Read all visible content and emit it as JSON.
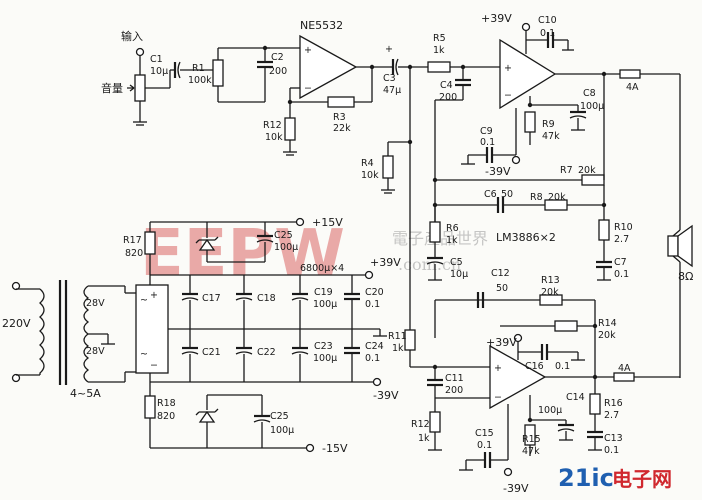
{
  "labels": {
    "input": "输入",
    "volume": "音量",
    "c1": "C1",
    "c1v": "10μ",
    "r1": "R1",
    "r1v": "100k",
    "c2": "C2",
    "c2v": "200",
    "ne5532": "NE5532",
    "r3": "R3",
    "r3v": "22k",
    "r12a": "R12",
    "r12av": "10k",
    "c3": "C3",
    "c3v": "47μ",
    "r4": "R4",
    "r4v": "10k",
    "r5": "R5",
    "r5v": "1k",
    "c4": "C4",
    "c4v": "200",
    "vcc_top": "+39V",
    "c10": "C10",
    "c10v": "0.1",
    "c8": "C8",
    "c8v": "100μ",
    "r9": "R9",
    "r9v": "47k",
    "c9": "C9",
    "c9v": "0.1",
    "vee_top": "-39V",
    "r7": "R7",
    "r7v": "20k",
    "c6": "C6",
    "c6v": "50",
    "r8": "R8",
    "r8v": "20k",
    "r6": "R6",
    "r6v": "1k",
    "lm3886": "LM3886×2",
    "c5": "C5",
    "c5v": "10μ",
    "r10": "R10",
    "r10v": "2.7",
    "c7": "C7",
    "c7v": "0.1",
    "fuse_top": "4A",
    "speaker": "8Ω",
    "c12": "C12",
    "c12v": "50",
    "r13": "R13",
    "r13v": "20k",
    "r14": "R14",
    "r14v": "20k",
    "r11": "R11",
    "r11v": "1k",
    "vcc_bottom": "+39V",
    "c16": "C16",
    "c16v": "0.1",
    "fuse_bottom": "4A",
    "c11": "C11",
    "c11v": "200",
    "c14": "C14",
    "c14v": "100μ",
    "r16": "R16",
    "r16v": "2.7",
    "r12b": "R12",
    "r12bv": "1k",
    "c15": "C15",
    "c15v": "0.1",
    "r15": "R15",
    "r15v": "47k",
    "c13": "C13",
    "c13v": "0.1",
    "vee_bottom": "-39V",
    "pos15": "+15V",
    "r17": "R17",
    "r17v": "820",
    "c25a": "C25",
    "c25av": "100μ",
    "cap_bank": "6800μ×4",
    "pos39": "+39V",
    "ac_in": "220V",
    "sec1": "28V",
    "sec2": "28V",
    "xfmr_rating": "4~5A",
    "c17": "C17",
    "c18": "C18",
    "c19": "C19",
    "c19v": "100μ",
    "c20": "C20",
    "c20v": "0.1",
    "c21": "C21",
    "c22": "C22",
    "c23": "C23",
    "c23v": "100μ",
    "c24": "C24",
    "c24v": "0.1",
    "neg39": "-39V",
    "r18": "R18",
    "r18v": "820",
    "c25b": "C25",
    "c25bv": "100μ",
    "neg15": "-15V"
  },
  "watermarks": {
    "main": "EEPW",
    "chinese": "電子產品世界",
    "site": ".com.cn",
    "logo_21ic": "21ic",
    "logo_dianziwang": "电子网"
  },
  "colors": {
    "watermark_red": "#d23a3a",
    "logo_blue": "#1f5fb0",
    "logo_red": "#d0282e"
  }
}
